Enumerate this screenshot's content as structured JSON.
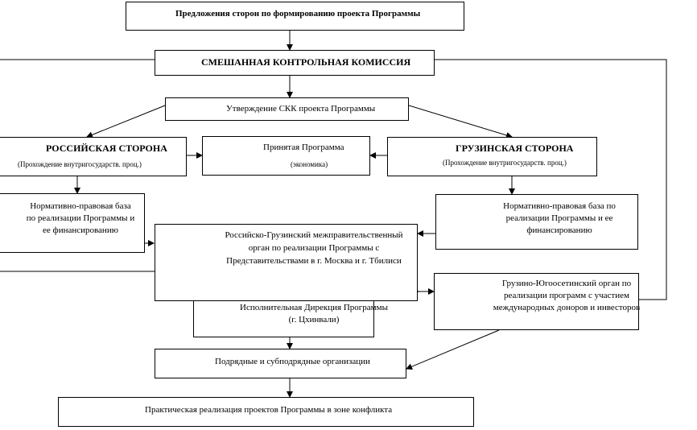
{
  "proposals": "Предложения сторон по формированию проекта Программы",
  "commission": "СМЕШАННАЯ КОНТРОЛЬНАЯ КОМИССИЯ",
  "approval": "Утверждение СКК проекта Программы",
  "russian_side": {
    "title": "РОССИЙСКАЯ СТОРОНА",
    "note": "(Прохождение внутригосударств. проц.)"
  },
  "accepted_program": {
    "title": "Принятая Программа",
    "note": "(экономика)"
  },
  "georgian_side": {
    "title": "ГРУЗИНСКАЯ СТОРОНА",
    "note": "(Прохождение внутригосударств. проц.)"
  },
  "legal_base_ru": [
    "Нормативно-правовая  база",
    "по реализации Программы и",
    "ее финансированию"
  ],
  "legal_base_ge": [
    "Нормативно-правовая  база по",
    "реализации Программы и ее",
    "финансированию"
  ],
  "intergov_body": [
    "Российско-Грузинский межправительственный",
    "орган по реализации Программы с",
    "Представительствами в г. Москва и г. Тбилиси"
  ],
  "ossetian_body": [
    "Грузино-Югоосетинский орган по",
    "реализации программ с участием",
    "международных доноров и инвесторов"
  ],
  "directorate": [
    "Исполнительная Дирекция Программы",
    "(г. Цхинвали)"
  ],
  "contractors": "Подрядные и субподрядные организации",
  "implementation": "Практическая реализация проектов Программы в зоне конфликта"
}
